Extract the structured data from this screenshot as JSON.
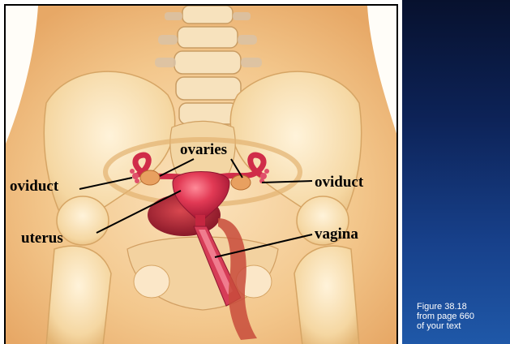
{
  "figure": {
    "labels": {
      "ovaries": "ovaries",
      "oviduct_left": "oviduct",
      "oviduct_right": "oviduct",
      "uterus": "uterus",
      "vagina": "vagina"
    }
  },
  "caption": {
    "line1": "Figure 38.18",
    "line2": "from page 660",
    "line3": "of your text"
  },
  "colors": {
    "panel_top": "#07112e",
    "panel_bottom": "#1f58a8",
    "skin": "#f2c184",
    "bone": "#f6dcaa",
    "organ": "#d6304a"
  }
}
